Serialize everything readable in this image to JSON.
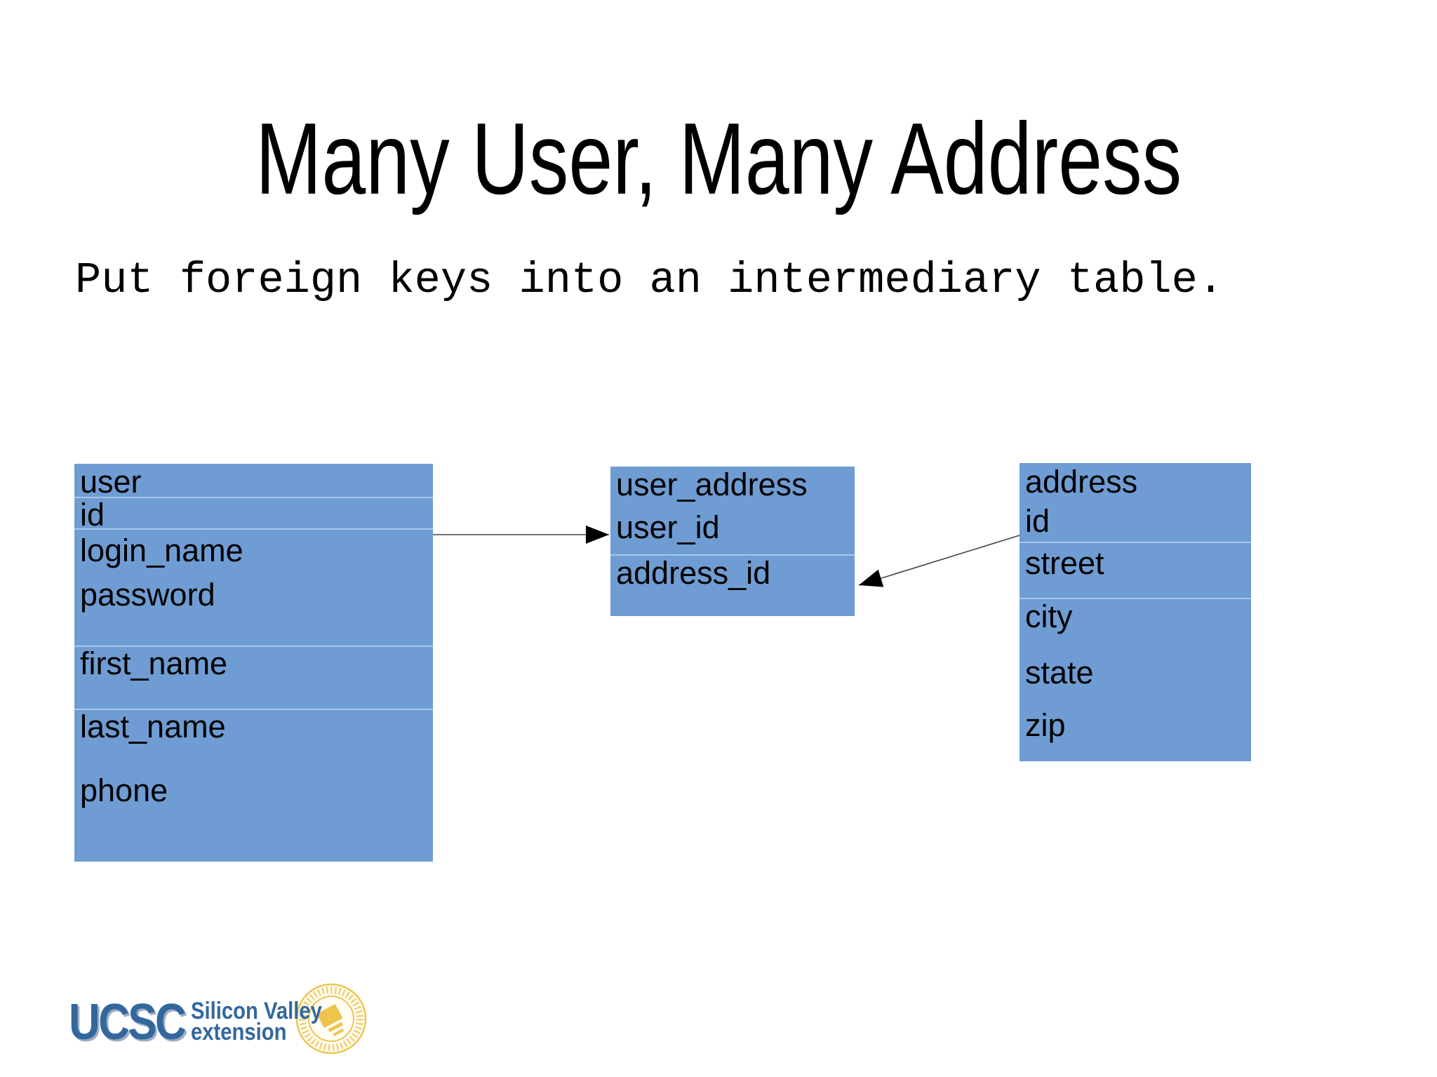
{
  "slide": {
    "title": "Many User, Many Address",
    "subtitle": "Put foreign keys into an intermediary table.",
    "background_color": "#ffffff",
    "text_color": "#000000"
  },
  "diagram": {
    "table_fill_color": "#6f9cd2",
    "divider_color": "#a9c6e8",
    "arrow_color": "#000000",
    "tables": [
      {
        "name": "user",
        "fields": [
          "id",
          "login_name",
          "password",
          "first_name",
          "last_name",
          "phone"
        ]
      },
      {
        "name": "user_address",
        "fields": [
          "user_id",
          "address_id"
        ]
      },
      {
        "name": "address",
        "fields": [
          "id",
          "street",
          "city",
          "state",
          "zip"
        ]
      }
    ],
    "relations": [
      {
        "from": "user",
        "to": "user_address.user_id"
      },
      {
        "from": "address",
        "to": "user_address.address_id"
      }
    ]
  },
  "footer": {
    "logo": {
      "acronym": "UCSC",
      "line1": "Silicon Valley",
      "line2": "extension",
      "blue": "#33689e",
      "seal_gold": "#eec44f"
    }
  }
}
